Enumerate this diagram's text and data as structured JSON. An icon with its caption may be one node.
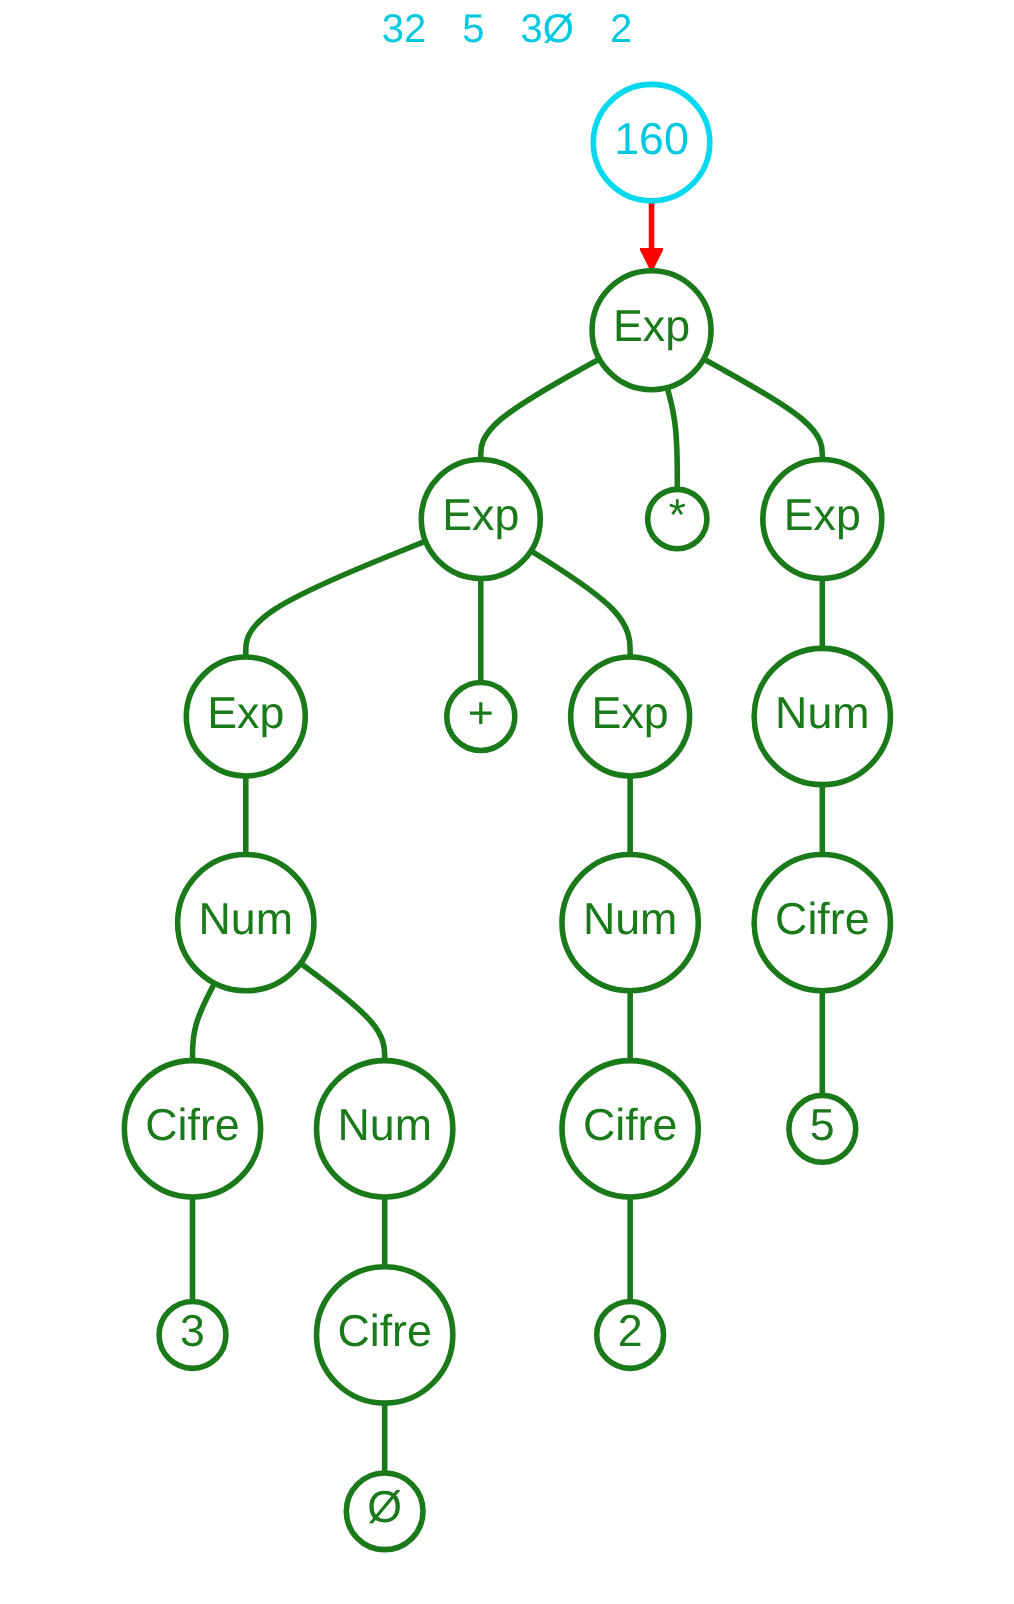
{
  "diagram": {
    "nodes": [
      {
        "text": [
          "160"
        ]
      },
      {
        "text": [
          "Exp"
        ]
      },
      {
        "text": [
          "Exp"
        ]
      },
      {
        "text": [
          "*"
        ]
      },
      {
        "text": [
          "Exp"
        ]
      },
      {
        "text": [
          "Exp"
        ]
      },
      {
        "text": [
          "+"
        ]
      },
      {
        "text": [
          "Exp"
        ]
      },
      {
        "text": [
          "Num"
        ]
      },
      {
        "text": [
          "Num"
        ]
      },
      {
        "text": [
          "Num"
        ]
      },
      {
        "text": [
          "Cifre"
        ]
      },
      {
        "text": [
          "Cifre"
        ]
      },
      {
        "text": [
          "Num"
        ]
      },
      {
        "text": [
          "Cifre"
        ]
      },
      {
        "text": [
          "5"
        ]
      },
      {
        "text": [
          "3"
        ]
      },
      {
        "text": [
          "Cifre"
        ]
      },
      {
        "text": [
          "2"
        ]
      },
      {
        "text": [
          "Ø"
        ]
      }
    ],
    "edges": [
      {
        "from": 0,
        "to": 1,
        "arrow": "to",
        "color": "#ff0000"
      },
      {
        "from": 1,
        "to": 2,
        "arrow": "none"
      },
      {
        "from": 1,
        "to": 3,
        "arrow": "none"
      },
      {
        "from": 1,
        "to": 4,
        "arrow": "none"
      },
      {
        "from": 2,
        "to": 5,
        "arrow": "none"
      },
      {
        "from": 2,
        "to": 6,
        "arrow": "none"
      },
      {
        "from": 2,
        "to": 7,
        "arrow": "none"
      },
      {
        "from": 4,
        "to": 8,
        "arrow": "none"
      },
      {
        "from": 5,
        "to": 9,
        "arrow": "none"
      },
      {
        "from": 7,
        "to": 10,
        "arrow": "none"
      },
      {
        "from": 8,
        "to": 11,
        "arrow": "none"
      },
      {
        "from": 9,
        "to": 12,
        "arrow": "none"
      },
      {
        "from": 9,
        "to": 13,
        "arrow": "none"
      },
      {
        "from": 10,
        "to": 14,
        "arrow": "none"
      },
      {
        "from": 11,
        "to": 15,
        "arrow": "none"
      },
      {
        "from": 12,
        "to": 16,
        "arrow": "none"
      },
      {
        "from": 13,
        "to": 17,
        "arrow": "none"
      },
      {
        "from": 14,
        "to": 18,
        "arrow": "none"
      },
      {
        "from": 17,
        "to": 19,
        "arrow": "none"
      }
    ],
    "labels": [
      "32",
      "5",
      "3Ø",
      "2"
    ]
  }
}
